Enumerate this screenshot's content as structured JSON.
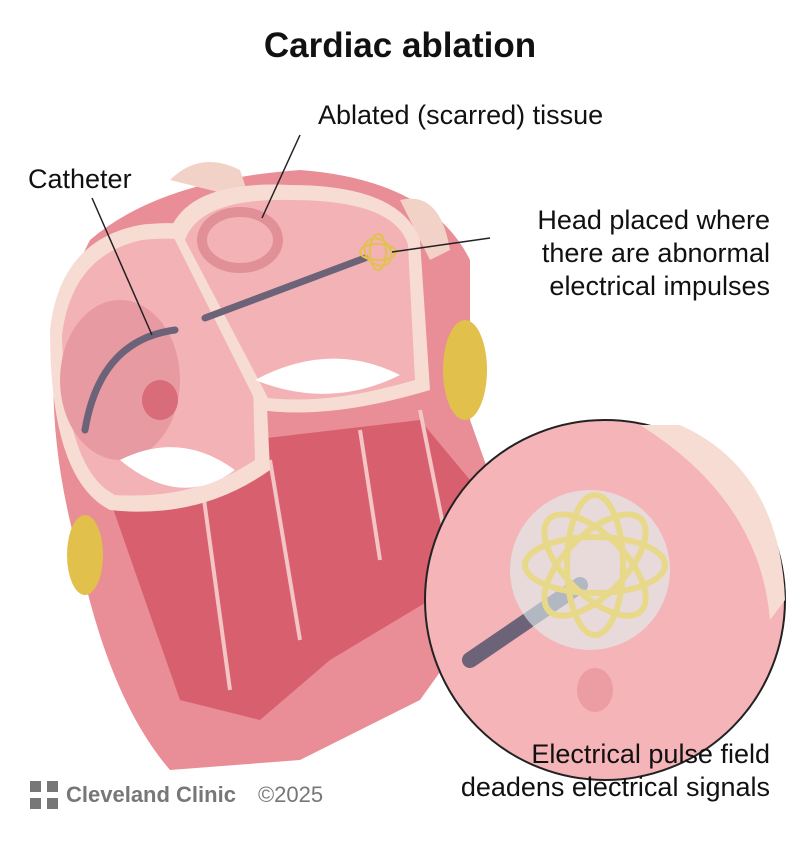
{
  "title": "Cardiac ablation",
  "labels": {
    "ablated_tissue": "Ablated (scarred) tissue",
    "catheter": "Catheter",
    "head_placed": [
      "Head placed where",
      "there are abnormal",
      "electrical impulses"
    ],
    "pulse_field": [
      "Electrical pulse field",
      "deadens electrical signals"
    ]
  },
  "footer": {
    "brand": "Cleveland Clinic",
    "copyright": "©2025"
  },
  "colors": {
    "tissue": "#e98d96",
    "chamber": "#f3b2b6",
    "wall": "#f7dcd4",
    "catheter": "#6d6378",
    "coil": "#e8d98a"
  }
}
